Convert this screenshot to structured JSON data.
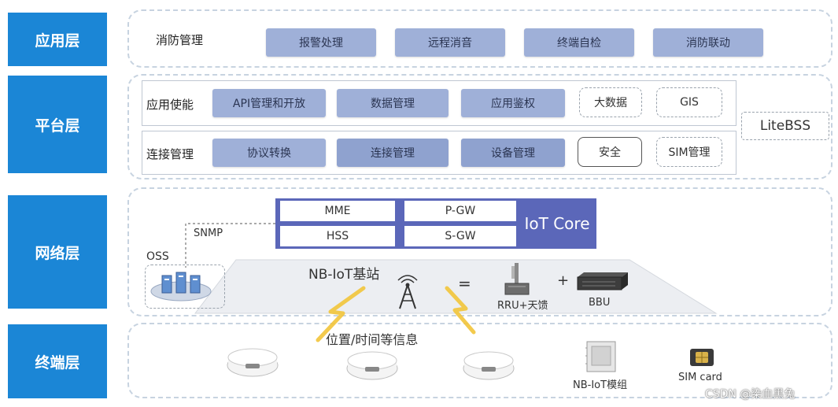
{
  "layers": {
    "application": "应用层",
    "platform": "平台层",
    "network": "网络层",
    "terminal": "终端层"
  },
  "application_layer": {
    "title": "消防管理",
    "items": [
      "报警处理",
      "远程消音",
      "终端自检",
      "消防联动"
    ]
  },
  "platform_layer": {
    "enablement_title": "应用使能",
    "enablement_items": [
      "API管理和开放",
      "数据管理",
      "应用鉴权"
    ],
    "enablement_extra": [
      "大数据",
      "GIS"
    ],
    "connection_title": "连接管理",
    "connection_items": [
      "协议转换",
      "连接管理",
      "设备管理"
    ],
    "connection_extra": [
      "安全",
      "SIM管理"
    ],
    "litebss": "LiteBSS"
  },
  "network_layer": {
    "core_cells": [
      "MME",
      "P-GW",
      "HSS",
      "S-GW"
    ],
    "core_title": "IoT Core",
    "snmp": "SNMP",
    "oss": "OSS",
    "base_station": "NB-IoT基站",
    "equals": "=",
    "plus": "+",
    "rru": "RRU+天馈",
    "bbu": "BBU"
  },
  "terminal_layer": {
    "info": "位置/时间等信息",
    "module": "NB-IoT模组",
    "sim": "SIM card"
  },
  "watermark": "CSDN @染血黑兔",
  "colors": {
    "layer_label": "#1b86d6",
    "pill": "#9fb0d8",
    "core": "#5b67b9",
    "lightning": "#f2c43a"
  }
}
